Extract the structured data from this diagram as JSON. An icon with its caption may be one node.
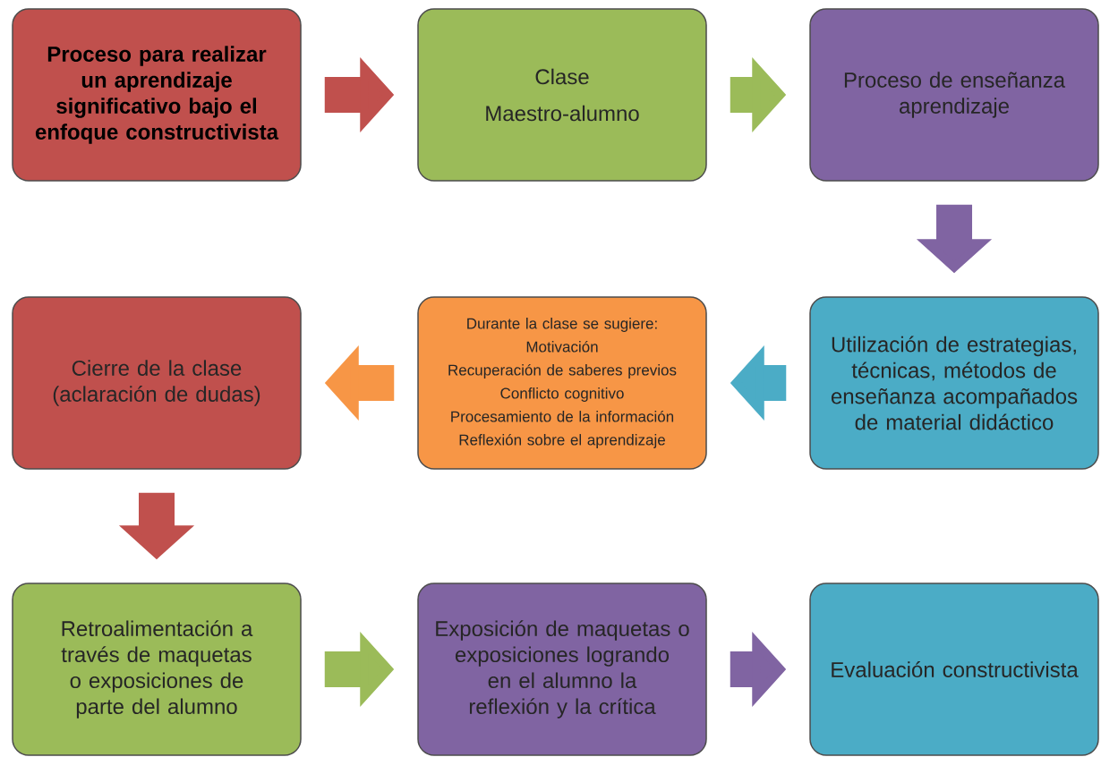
{
  "diagram": {
    "nodes": [
      {
        "text": [
          "Proceso para realizar un aprendizaje significativo bajo el enfoque constructivista"
        ]
      },
      {
        "text": [
          "Clase",
          "Maestro-alumno"
        ]
      },
      {
        "text": [
          "Proceso de enseñanza aprendizaje"
        ]
      },
      {
        "text": [
          "Cierre de la clase (aclaración de dudas)"
        ]
      },
      {
        "text": [
          "Durante la clase se sugiere:",
          "Motivación",
          "Recuperación de saberes previos",
          "Conflicto cognitivo",
          "Procesamiento de la información",
          "Reflexión sobre el aprendizaje"
        ]
      },
      {
        "text": [
          "Utilización de estrategias, técnicas, métodos de enseñanza acompañados de material didáctico"
        ]
      },
      {
        "text": [
          "Retroalimentación a través de maquetas o exposiciones de parte del alumno"
        ]
      },
      {
        "text": [
          "Exposición de maquetas o exposiciones logrando en el alumno la reflexión y la crítica"
        ]
      },
      {
        "text": [
          "Evaluación constructivista"
        ]
      }
    ],
    "edges": [
      {
        "from": 0,
        "to": 1,
        "arrow": "to",
        "color": "#c0504d"
      },
      {
        "from": 1,
        "to": 2,
        "arrow": "to",
        "color": "#9bbb59"
      },
      {
        "from": 2,
        "to": 5,
        "arrow": "to",
        "color": "#8064a2"
      },
      {
        "from": 5,
        "to": 4,
        "arrow": "to",
        "color": "#4bacc6"
      },
      {
        "from": 4,
        "to": 3,
        "arrow": "to",
        "color": "#f79646"
      },
      {
        "from": 3,
        "to": 6,
        "arrow": "to",
        "color": "#c0504d"
      },
      {
        "from": 6,
        "to": 7,
        "arrow": "to",
        "color": "#9bbb59"
      },
      {
        "from": 7,
        "to": 8,
        "arrow": "to",
        "color": "#8064a2"
      }
    ]
  }
}
